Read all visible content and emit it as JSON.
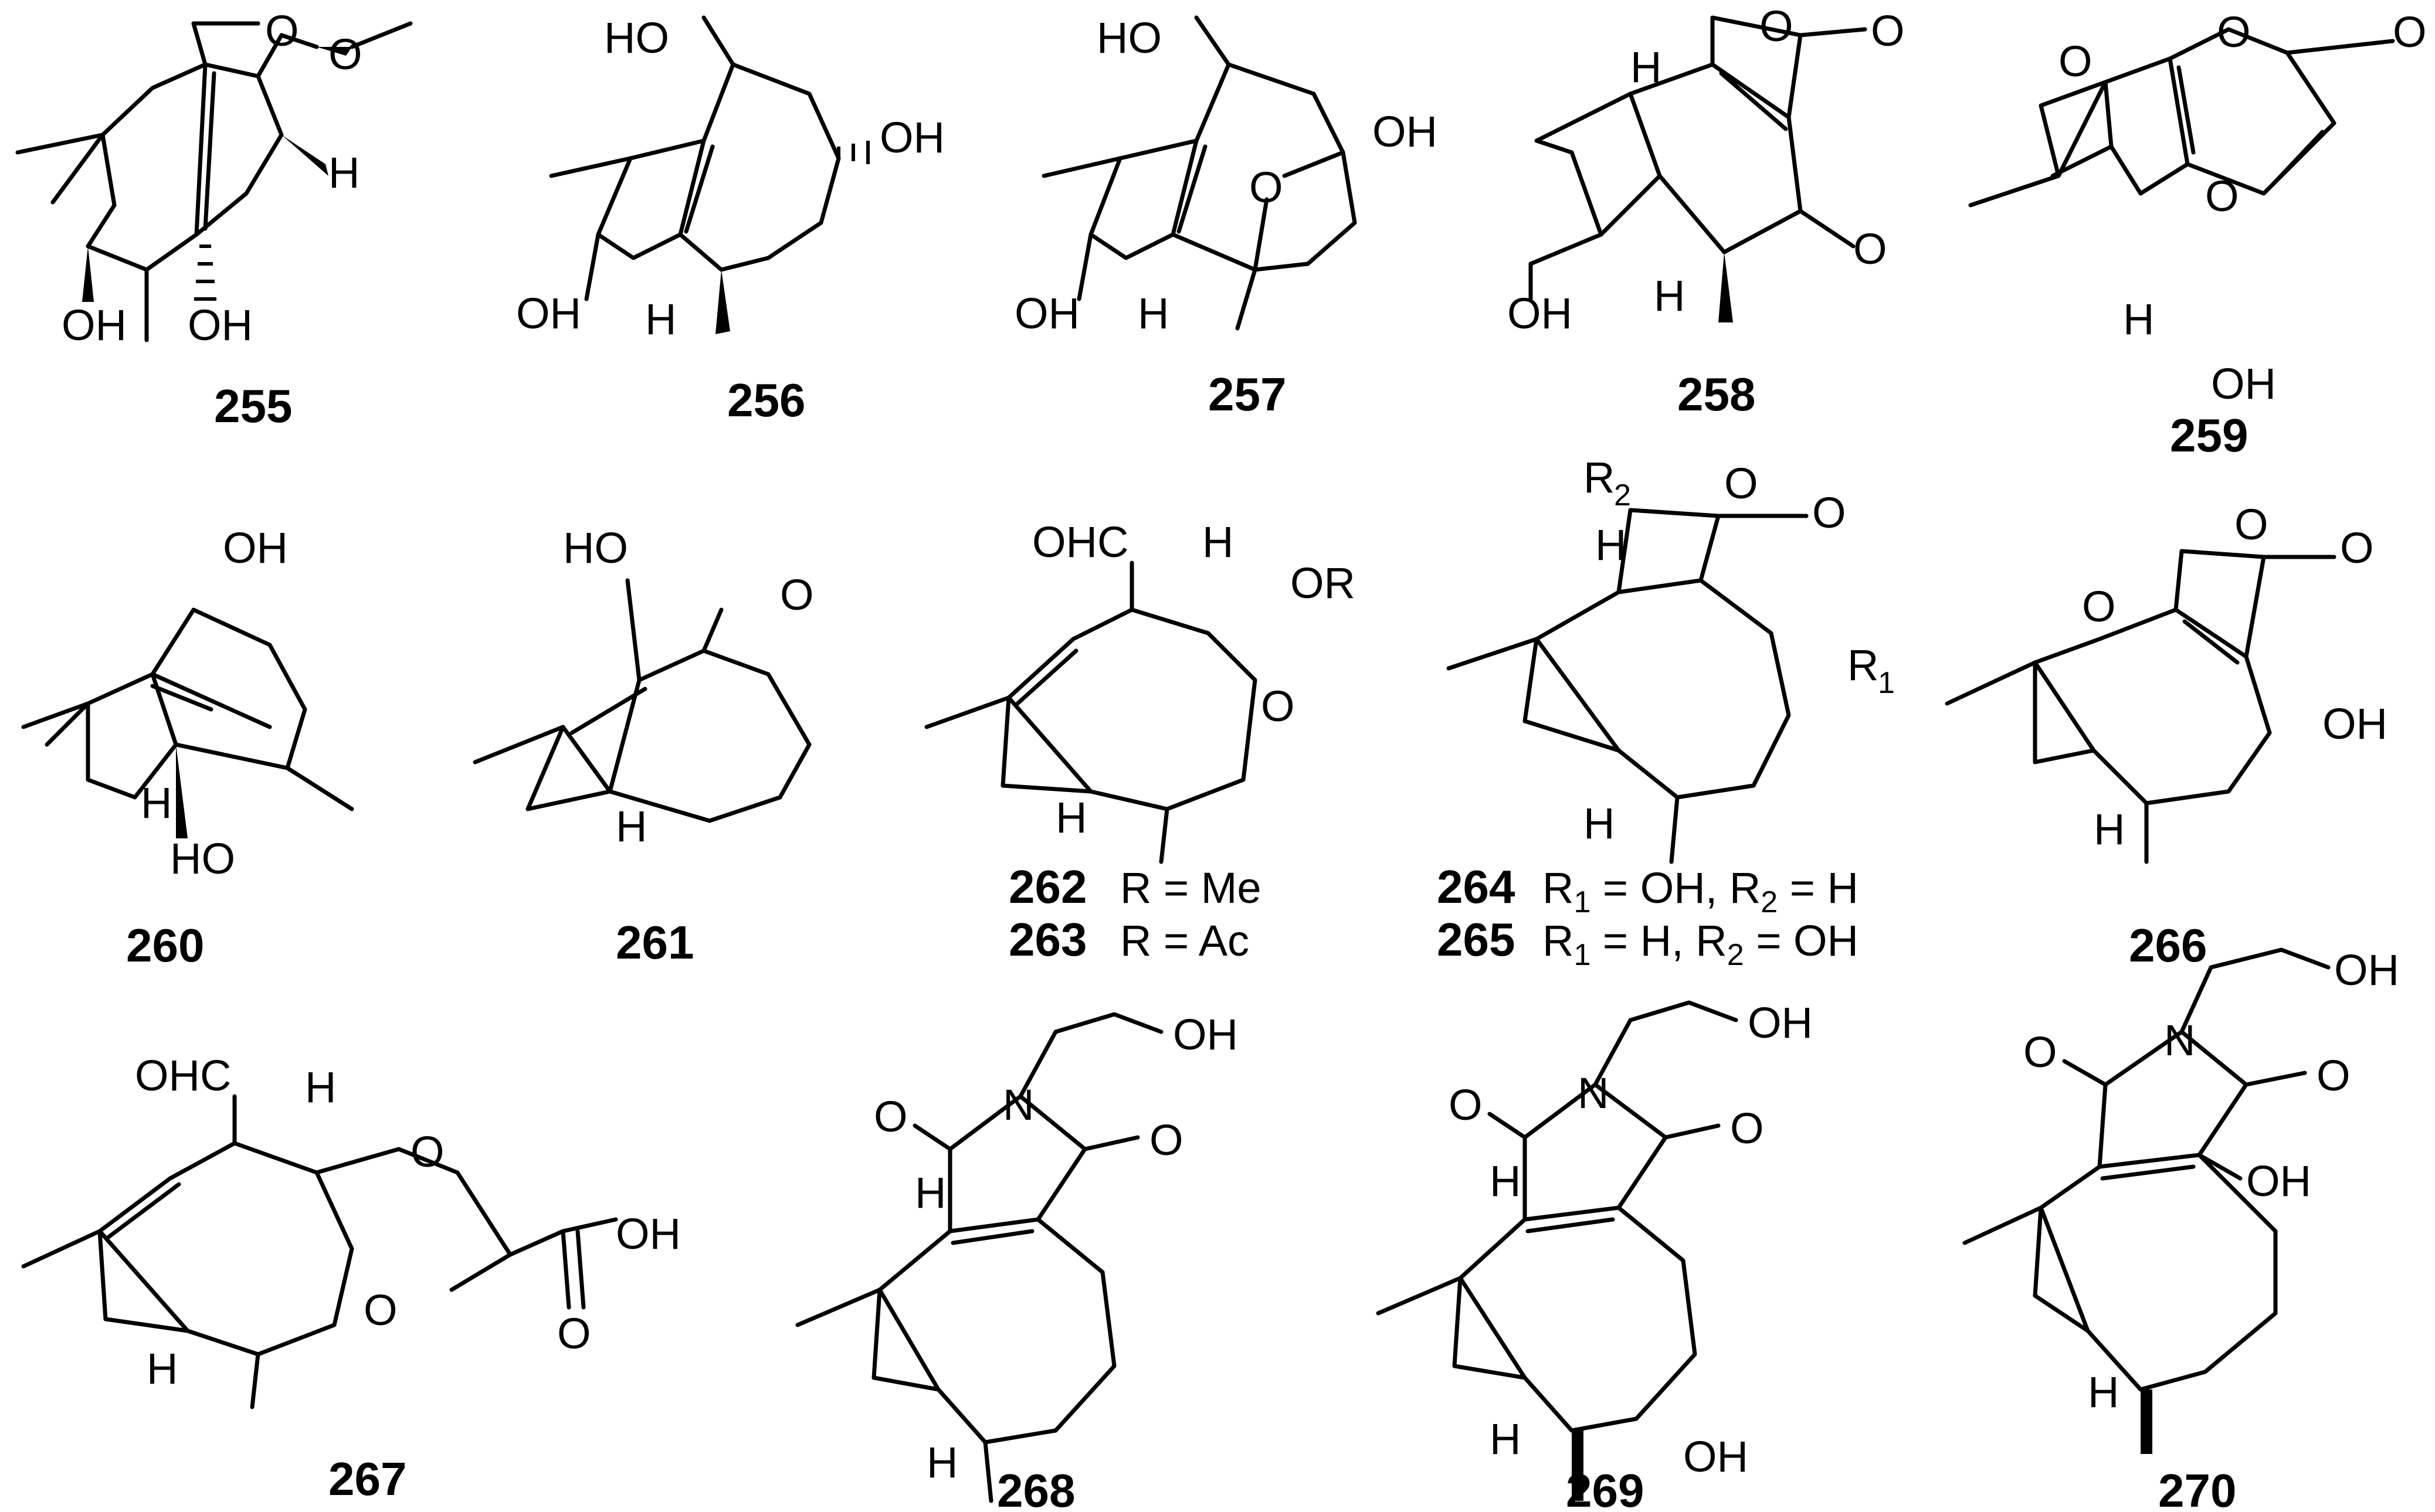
{
  "compounds": {
    "c255": {
      "id": "255",
      "atoms": {
        "o_ring": "O",
        "o_me": "O",
        "h": "H",
        "oh1": "OH",
        "oh2": "OH"
      }
    },
    "c256": {
      "id": "256",
      "atoms": {
        "ho_top": "HO",
        "oh_right": "OH",
        "oh_left": "OH",
        "h": "H"
      }
    },
    "c257": {
      "id": "257",
      "atoms": {
        "ho_top": "HO",
        "oh_right": "OH",
        "o_bridge": "O",
        "oh_left": "OH",
        "h": "H"
      }
    },
    "c258": {
      "id": "258",
      "atoms": {
        "o_ring": "O",
        "o_lac": "O",
        "h_top": "H",
        "o_ket": "O",
        "oh": "OH",
        "h_bot": "H"
      }
    },
    "c259": {
      "id": "259",
      "atoms": {
        "o_pyr": "O",
        "o_carb": "O",
        "o_bridge": "O",
        "o_ring": "O",
        "h": "H",
        "oh": "OH"
      }
    },
    "c260": {
      "id": "260",
      "atoms": {
        "oh_top": "OH",
        "h": "H",
        "ho": "HO"
      }
    },
    "c261": {
      "id": "261",
      "atoms": {
        "ho": "HO",
        "o_ket": "O",
        "h": "H"
      }
    },
    "c262": {
      "id": "262",
      "atoms": {
        "ohc": "OHC",
        "h_top": "H",
        "or": "OR",
        "o_ring": "O",
        "h_bot": "H"
      },
      "legend": "R = Me"
    },
    "c263": {
      "id": "263",
      "legend": "R = Ac"
    },
    "c264": {
      "id": "264",
      "atoms": {
        "r2": "R",
        "r2_sub": "2",
        "o_ring": "O",
        "o_lac": "O",
        "h": "H",
        "r1": "R",
        "r1_sub": "1",
        "h_bot": "H"
      },
      "legend": {
        "a": "R",
        "a_sub": "1",
        "a_val": " = OH,  R",
        "b_sub": "2",
        "b_val": " = H"
      }
    },
    "c265": {
      "id": "265",
      "legend": {
        "a": "R",
        "a_sub": "1",
        "a_val": " = H,  R",
        "b_sub": "2",
        "b_val": " = OH"
      }
    },
    "c266": {
      "id": "266",
      "atoms": {
        "o_ring": "O",
        "o_lac": "O",
        "o_epox": "O",
        "oh": "OH",
        "h": "H"
      }
    },
    "c267": {
      "id": "267",
      "atoms": {
        "ohc": "OHC",
        "h_top": "H",
        "o_ether": "O",
        "oh": "OH",
        "o_ring": "O",
        "o_acid": "O",
        "h_bot": "H"
      }
    },
    "c268": {
      "id": "268",
      "atoms": {
        "oh": "OH",
        "o_left": "O",
        "n": "N",
        "o_right": "O",
        "h_top": "H",
        "h_bot": "H"
      }
    },
    "c269": {
      "id": "269",
      "atoms": {
        "oh": "OH",
        "o_left": "O",
        "n": "N",
        "o_right": "O",
        "h_top": "H",
        "h_bot": "H",
        "oh_bot": "OH"
      }
    },
    "c270": {
      "id": "270",
      "atoms": {
        "oh": "OH",
        "o_left": "O",
        "n": "N",
        "o_right": "O",
        "oh_mid": "OH",
        "h_bot": "H"
      }
    }
  }
}
